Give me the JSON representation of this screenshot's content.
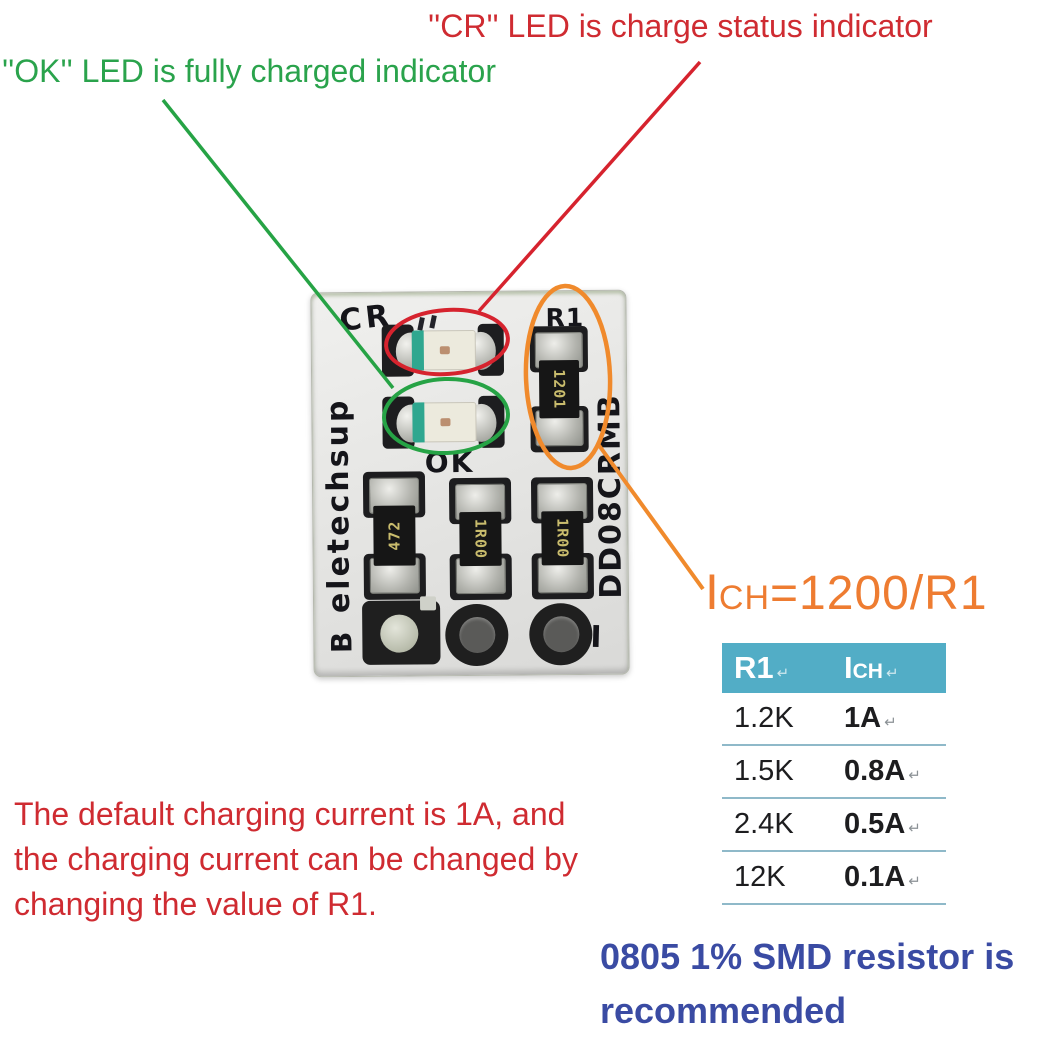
{
  "annotations": {
    "cr_note": "''CR'' LED is charge status indicator",
    "ok_note": "''OK'' LED is fully charged indicator"
  },
  "formula": {
    "i": "I",
    "ch": "CH",
    "rest": "=1200/R1"
  },
  "board": {
    "silkscreen": {
      "cr": "CR",
      "ok": "OK",
      "r1": "R1",
      "b": "B",
      "i": "I",
      "brand": "eletechsup",
      "model": "DD08CRMB"
    },
    "components": {
      "r1_marking": "1201",
      "r2_marking": "472",
      "r3_marking": "1R00",
      "r4_marking": "1R00"
    }
  },
  "table": {
    "headers": {
      "col1": "R1",
      "col2_main": "I",
      "col2_small": "CH"
    },
    "rows": [
      {
        "r": "1.2K",
        "i": "1A"
      },
      {
        "r": "1.5K",
        "i": "0.8A"
      },
      {
        "r": "2.4K",
        "i": "0.5A"
      },
      {
        "r": "12K",
        "i": "0.1A"
      }
    ],
    "return_glyph": "↵"
  },
  "notes": {
    "red_lines": [
      "The default charging current is 1A, and",
      "the charging current can be changed by",
      "changing the value of R1."
    ],
    "blue_lines": [
      "0805 1% SMD resistor is",
      "recommended"
    ]
  },
  "colors": {
    "red_text": "#cf2b31",
    "green_text": "#2aa34c",
    "orange_accent": "#ee7c31",
    "blue_text": "#3a4ba3",
    "table_header_bg": "#52adc6",
    "red_ellipse": "#d6232e",
    "green_ellipse": "#26a345",
    "orange_ellipse": "#f08a2c"
  }
}
